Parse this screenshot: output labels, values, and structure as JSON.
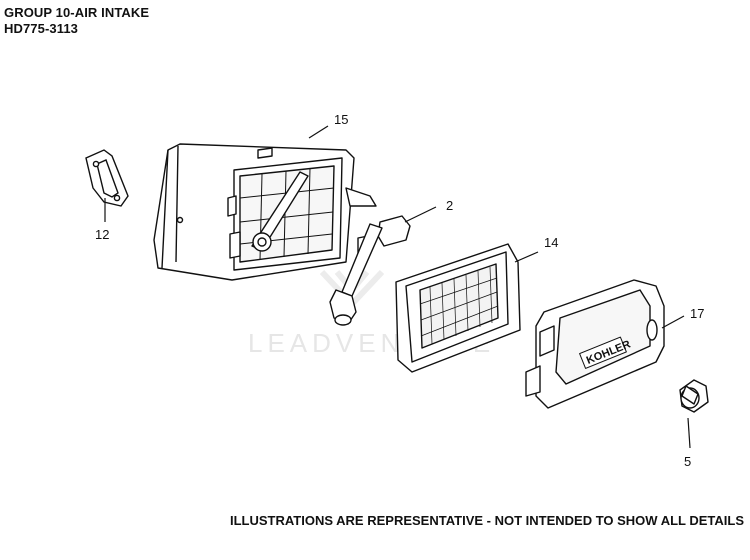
{
  "header": {
    "line1": "GROUP 10-AIR INTAKE",
    "line2": "HD775-3113"
  },
  "footer": {
    "disclaimer": "ILLUSTRATIONS ARE REPRESENTATIVE - NOT INTENDED TO SHOW ALL DETAILS"
  },
  "watermark": {
    "text": "LEADVENTURE",
    "color": "#e6e6e6"
  },
  "parts": {
    "p15": "15",
    "p12": "12",
    "p2": "2",
    "p14": "14",
    "p17": "17",
    "p5": "5"
  },
  "cover_logo": "KOHLER",
  "colors": {
    "line": "#111111",
    "part_fill": "#ffffff",
    "shade": "#f2f2f2"
  }
}
